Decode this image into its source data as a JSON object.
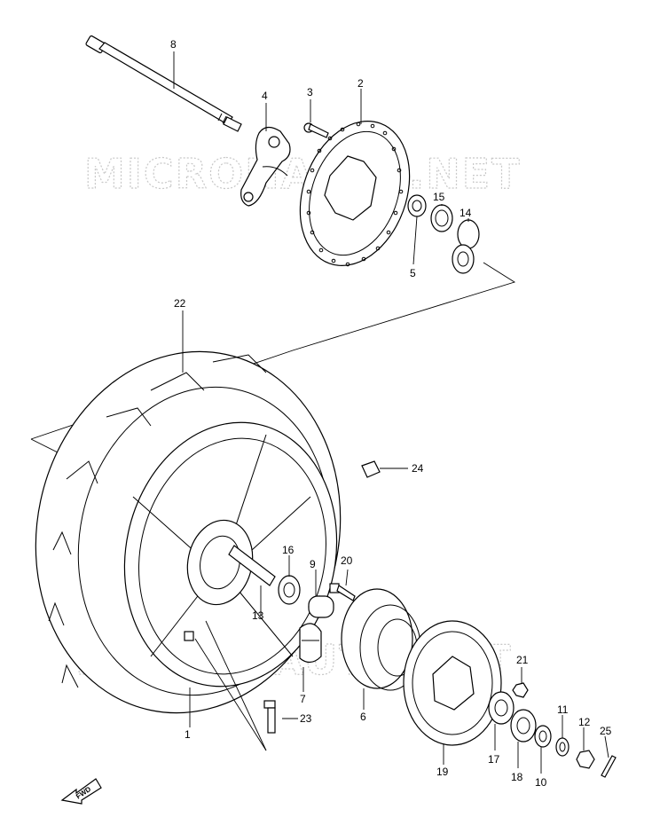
{
  "watermarks": [
    "MICRONAUTS.NET",
    "MICRONAUTS.NET"
  ],
  "callouts": [
    {
      "id": "c1",
      "text": "1"
    },
    {
      "id": "c2",
      "text": "2"
    },
    {
      "id": "c3",
      "text": "3"
    },
    {
      "id": "c4",
      "text": "4"
    },
    {
      "id": "c5",
      "text": "5"
    },
    {
      "id": "c6",
      "text": "6"
    },
    {
      "id": "c7",
      "text": "7"
    },
    {
      "id": "c8",
      "text": "8"
    },
    {
      "id": "c9",
      "text": "9"
    },
    {
      "id": "c10",
      "text": "10"
    },
    {
      "id": "c11",
      "text": "11"
    },
    {
      "id": "c12",
      "text": "12"
    },
    {
      "id": "c13",
      "text": "13"
    },
    {
      "id": "c14",
      "text": "14"
    },
    {
      "id": "c15",
      "text": "15"
    },
    {
      "id": "c16",
      "text": "16"
    },
    {
      "id": "c17",
      "text": "17"
    },
    {
      "id": "c18",
      "text": "18"
    },
    {
      "id": "c19",
      "text": "19"
    },
    {
      "id": "c20",
      "text": "20"
    },
    {
      "id": "c21",
      "text": "21"
    },
    {
      "id": "c22",
      "text": "22"
    },
    {
      "id": "c23",
      "text": "23"
    },
    {
      "id": "c24",
      "text": "24"
    },
    {
      "id": "c25",
      "text": "25"
    }
  ],
  "direction_badge": {
    "text": "FWD",
    "icon": "forward-arrow-icon"
  }
}
